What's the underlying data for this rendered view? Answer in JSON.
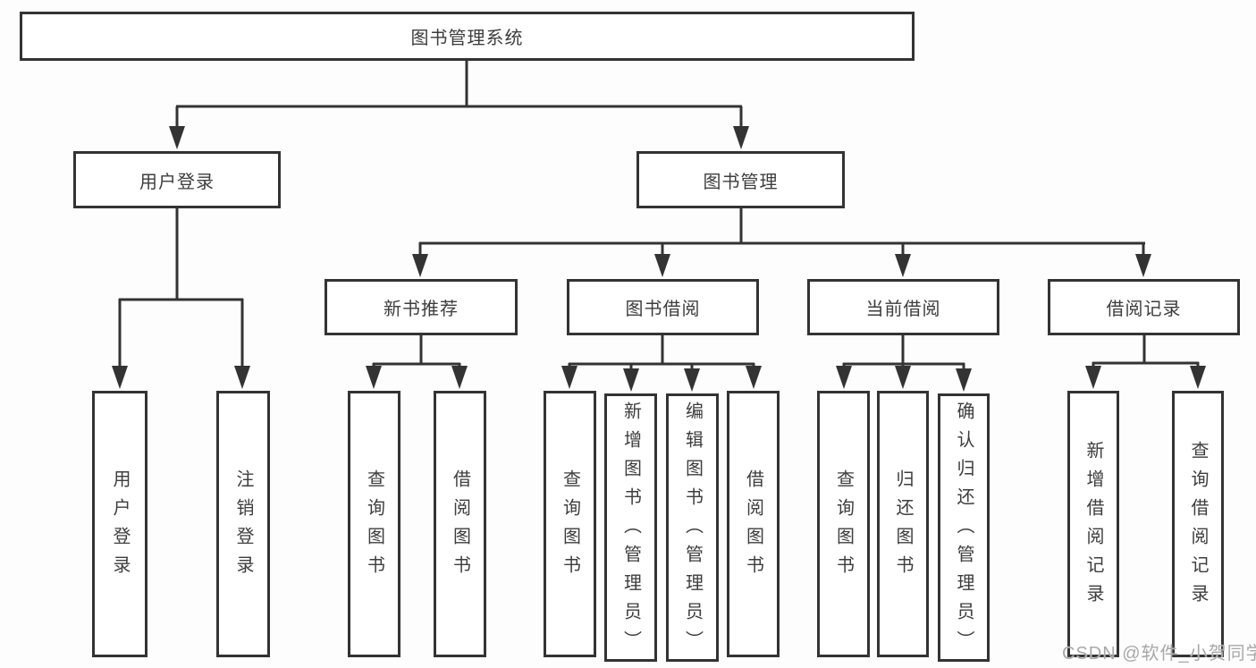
{
  "tree": {
    "label": "图书管理系统",
    "children": [
      {
        "label": "用户登录",
        "children": [
          {
            "label": "用户登录"
          },
          {
            "label": "注销登录"
          }
        ]
      },
      {
        "label": "图书管理",
        "children": [
          {
            "label": "新书推荐",
            "children": [
              {
                "label": "查询图书"
              },
              {
                "label": "借阅图书"
              }
            ]
          },
          {
            "label": "图书借阅",
            "children": [
              {
                "label": "查询图书"
              },
              {
                "label": "新增图书（管理员）"
              },
              {
                "label": "编辑图书（管理员）"
              },
              {
                "label": "借阅图书"
              }
            ]
          },
          {
            "label": "当前借阅",
            "children": [
              {
                "label": "查询图书"
              },
              {
                "label": "归还图书"
              },
              {
                "label": "确认归还（管理员）"
              }
            ]
          },
          {
            "label": "借阅记录",
            "children": [
              {
                "label": "新增借阅记录"
              },
              {
                "label": "查询借阅记录"
              }
            ]
          }
        ]
      }
    ]
  },
  "watermark": {
    "text": "CSDN @软件_小贺同学"
  },
  "colors": {
    "line": "#333333",
    "box_border": "#333333",
    "text": "#3d3d3d",
    "watermark": "#a8a8a8",
    "background": "#fdfdfd"
  }
}
